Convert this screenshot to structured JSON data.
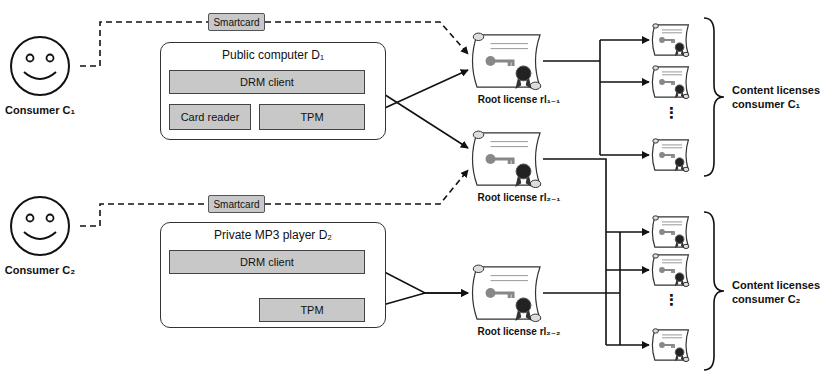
{
  "diagram": {
    "nodes": [
      {
        "text": [
          "Consumer C₁"
        ]
      },
      {
        "text": [
          "Smartcard"
        ]
      },
      {
        "text": [
          "Public computer D₁"
        ]
      },
      {
        "text": [
          "DRM client"
        ],
        "in": 2
      },
      {
        "text": [
          "Card reader"
        ],
        "in": 2
      },
      {
        "text": [
          "TPM"
        ],
        "in": 2
      },
      {
        "text": [
          "Consumer C₂"
        ]
      },
      {
        "text": [
          "Smartcard"
        ]
      },
      {
        "text": [
          "Private MP3 player D₂"
        ]
      },
      {
        "text": [
          "DRM client"
        ],
        "in": 8
      },
      {
        "text": [
          "TPM"
        ],
        "in": 8
      },
      {
        "text": [
          "Root license rl₁₋₁"
        ]
      },
      {
        "text": [
          "Root license rl₂₋₁"
        ]
      },
      {
        "text": [
          "Root license rl₂₋₂"
        ]
      }
    ],
    "edges": [
      {
        "from": 0,
        "to": 1,
        "arrow": "none"
      },
      {
        "from": 1,
        "to": 11,
        "arrow": "to"
      },
      {
        "from": 3,
        "to": 12,
        "arrow": "to"
      },
      {
        "from": 5,
        "to": 11,
        "arrow": "to"
      },
      {
        "from": 6,
        "to": 7,
        "arrow": "none"
      },
      {
        "from": 7,
        "to": 12,
        "arrow": "to"
      },
      {
        "from": 9,
        "to": 13,
        "arrow": "to"
      },
      {
        "from": 10,
        "to": 13,
        "arrow": "to"
      }
    ],
    "labels": [
      "⋮",
      "Content licenses consumer C₁",
      "⋮",
      "Content licenses consumer C₂"
    ]
  }
}
